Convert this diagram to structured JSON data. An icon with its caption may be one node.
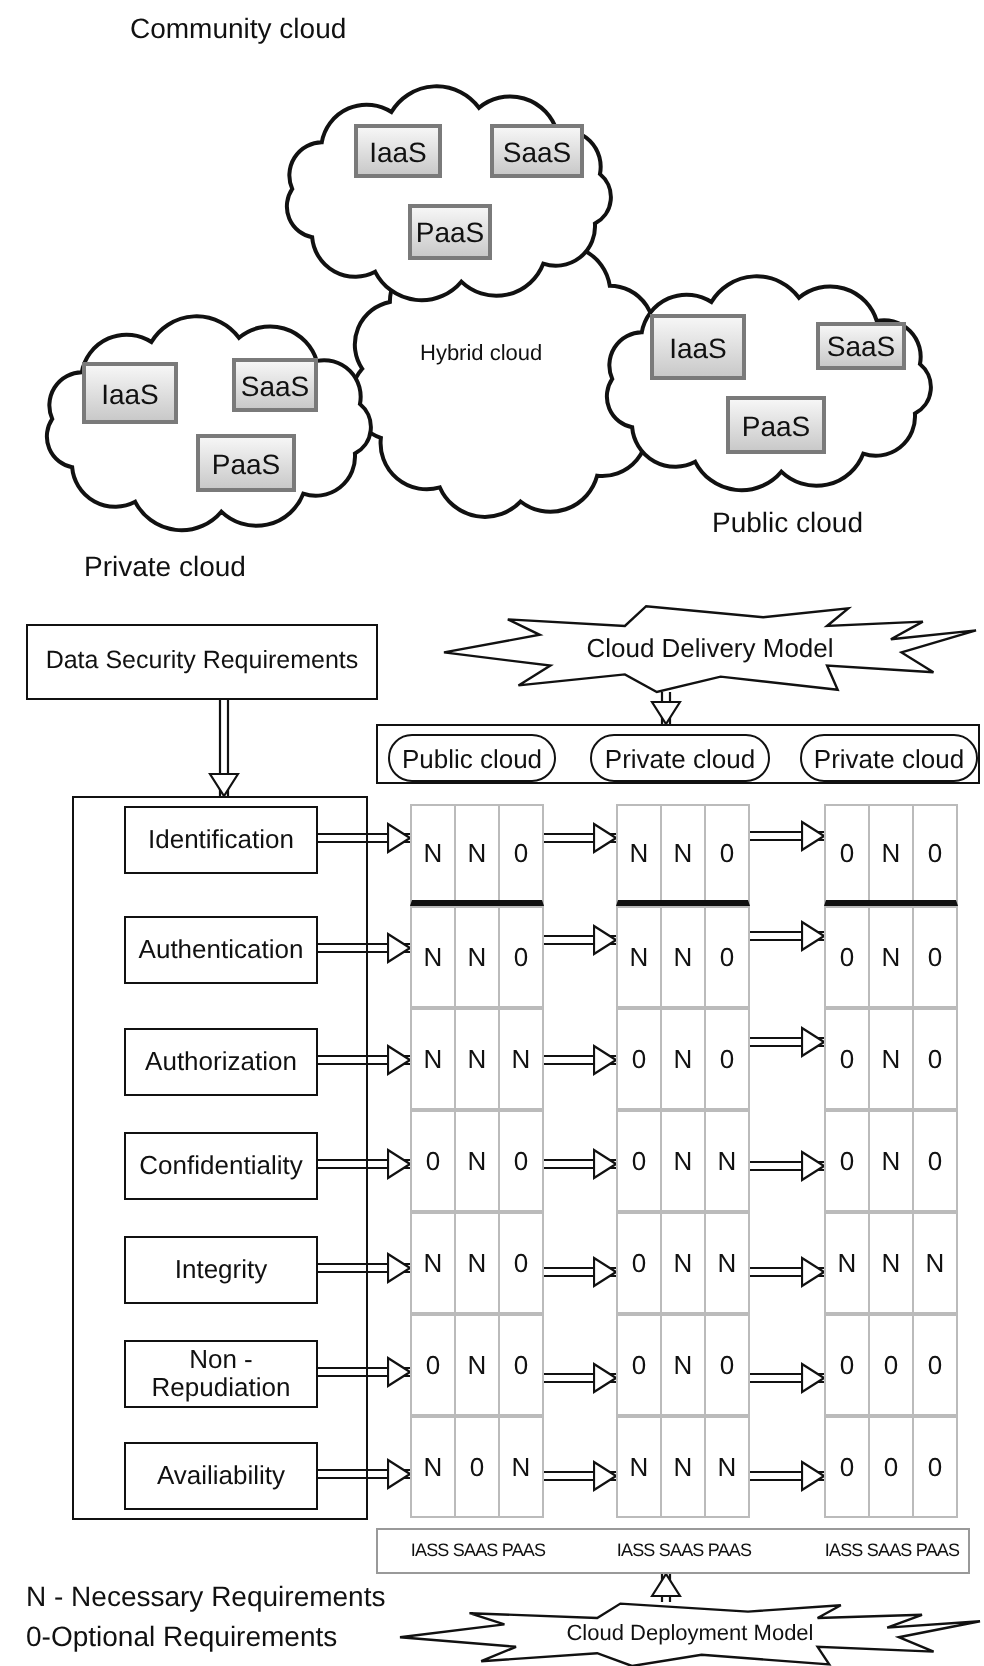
{
  "diagram": {
    "nodes": [
      {
        "text": [
          "Community cloud"
        ]
      },
      {
        "text": [
          "IaaS"
        ],
        "in": 0
      },
      {
        "text": [
          "SaaS"
        ],
        "in": 0
      },
      {
        "text": [
          "PaaS"
        ],
        "in": 0
      },
      {
        "text": [
          "Private cloud"
        ]
      },
      {
        "text": [
          "IaaS"
        ],
        "in": 4
      },
      {
        "text": [
          "SaaS"
        ],
        "in": 4
      },
      {
        "text": [
          "PaaS"
        ],
        "in": 4
      },
      {
        "text": [
          "Hybrid cloud"
        ]
      },
      {
        "text": [
          "Public cloud"
        ]
      },
      {
        "text": [
          "IaaS"
        ],
        "in": 9
      },
      {
        "text": [
          "SaaS"
        ],
        "in": 9
      },
      {
        "text": [
          "PaaS"
        ],
        "in": 9
      },
      {
        "text": [
          "Data Security Requirements"
        ]
      },
      {
        "text": [
          "Cloud Delivery Model"
        ]
      },
      {
        "text": [],
        "shape": "box"
      },
      {
        "text": [
          "Public cloud"
        ],
        "in": 15
      },
      {
        "text": [
          "Private cloud"
        ],
        "in": 15
      },
      {
        "text": [
          "Private cloud"
        ],
        "in": 15
      },
      {
        "text": [],
        "shape": "box"
      },
      {
        "text": [
          "Identification"
        ],
        "in": 19
      },
      {
        "text": [
          "Authentication"
        ],
        "in": 19
      },
      {
        "text": [
          "Authorization"
        ],
        "in": 19
      },
      {
        "text": [
          "Confidentiality"
        ],
        "in": 19
      },
      {
        "text": [
          "Integrity"
        ],
        "in": 19
      },
      {
        "text": [
          "Non - Repudiation"
        ],
        "in": 19
      },
      {
        "text": [
          "Availiability"
        ],
        "in": 19
      },
      {
        "text": [
          "N",
          "N",
          "0"
        ]
      },
      {
        "text": [
          "N",
          "N",
          "0"
        ]
      },
      {
        "text": [
          "0",
          "N",
          "0"
        ]
      },
      {
        "text": [
          "N",
          "N",
          "0"
        ]
      },
      {
        "text": [
          "N",
          "N",
          "0"
        ]
      },
      {
        "text": [
          "0",
          "N",
          "0"
        ]
      },
      {
        "text": [
          "N",
          "N",
          "N"
        ]
      },
      {
        "text": [
          "0",
          "N",
          "0"
        ]
      },
      {
        "text": [
          "0",
          "N",
          "0"
        ]
      },
      {
        "text": [
          "0",
          "N",
          "0"
        ]
      },
      {
        "text": [
          "0",
          "N",
          "N"
        ]
      },
      {
        "text": [
          "0",
          "N",
          "0"
        ]
      },
      {
        "text": [
          "N",
          "N",
          "0"
        ]
      },
      {
        "text": [
          "0",
          "N",
          "N"
        ]
      },
      {
        "text": [
          "N",
          "N",
          "N"
        ]
      },
      {
        "text": [
          "0",
          "N",
          "0"
        ]
      },
      {
        "text": [
          "0",
          "N",
          "0"
        ]
      },
      {
        "text": [
          "0",
          "0",
          "0"
        ]
      },
      {
        "text": [
          "N",
          "0",
          "N"
        ]
      },
      {
        "text": [
          "N",
          "N",
          "N"
        ]
      },
      {
        "text": [
          "0",
          "0",
          "0"
        ]
      },
      {
        "text": [
          "IASS SAAS PAAS",
          "IASS SAAS PAAS",
          "IASS SAAS PAAS"
        ]
      },
      {
        "text": [
          "Cloud Deployment Model"
        ]
      }
    ],
    "edges": [
      {
        "from": 13,
        "to": 19,
        "arrow": "to"
      },
      {
        "from": 14,
        "to": 15,
        "arrow": "to"
      },
      {
        "from": 20,
        "to": 27,
        "arrow": "to"
      },
      {
        "from": 27,
        "to": 28,
        "arrow": "to"
      },
      {
        "from": 28,
        "to": 29,
        "arrow": "to"
      },
      {
        "from": 21,
        "to": 30,
        "arrow": "to"
      },
      {
        "from": 30,
        "to": 31,
        "arrow": "to"
      },
      {
        "from": 31,
        "to": 32,
        "arrow": "to"
      },
      {
        "from": 22,
        "to": 33,
        "arrow": "to"
      },
      {
        "from": 33,
        "to": 34,
        "arrow": "to"
      },
      {
        "from": 34,
        "to": 35,
        "arrow": "to"
      },
      {
        "from": 23,
        "to": 36,
        "arrow": "to"
      },
      {
        "from": 36,
        "to": 37,
        "arrow": "to"
      },
      {
        "from": 37,
        "to": 38,
        "arrow": "to"
      },
      {
        "from": 24,
        "to": 39,
        "arrow": "to"
      },
      {
        "from": 39,
        "to": 40,
        "arrow": "to"
      },
      {
        "from": 40,
        "to": 41,
        "arrow": "to"
      },
      {
        "from": 25,
        "to": 42,
        "arrow": "to"
      },
      {
        "from": 42,
        "to": 43,
        "arrow": "to"
      },
      {
        "from": 43,
        "to": 44,
        "arrow": "to"
      },
      {
        "from": 26,
        "to": 45,
        "arrow": "to"
      },
      {
        "from": 45,
        "to": 46,
        "arrow": "to"
      },
      {
        "from": 46,
        "to": 47,
        "arrow": "to"
      },
      {
        "from": 49,
        "to": 48,
        "arrow": "to"
      }
    ],
    "labels": [
      "N - Necessary Requirements",
      "0-Optional Requirements"
    ]
  }
}
